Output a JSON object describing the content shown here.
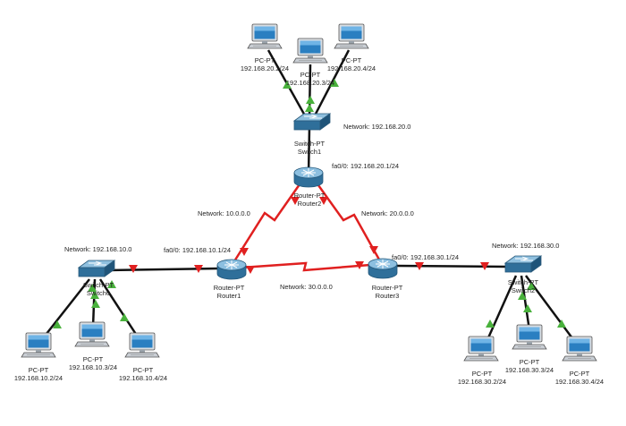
{
  "colors": {
    "ethernet": "#111111",
    "serial": "#e02020",
    "link_up": "#49b13c",
    "link_down": "#e02020",
    "device_body": "#2f6f9a",
    "text": "#1f1f1f"
  },
  "pcs_top": [
    {
      "type": "PC-PT",
      "ip": "192.168.20.2/24"
    },
    {
      "type": "PC-PT",
      "ip": "192.168.20.3/24"
    },
    {
      "type": "PC-PT",
      "ip": "192.168.20.4/24"
    }
  ],
  "pcs_left": [
    {
      "type": "PC-PT",
      "ip": "192.168.10.2/24"
    },
    {
      "type": "PC-PT",
      "ip": "192.168.10.3/24"
    },
    {
      "type": "PC-PT",
      "ip": "192.168.10.4/24"
    }
  ],
  "pcs_right": [
    {
      "type": "PC-PT",
      "ip": "192.168.30.2/24"
    },
    {
      "type": "PC-PT",
      "ip": "192.168.30.3/24"
    },
    {
      "type": "PC-PT",
      "ip": "192.168.30.4/24"
    }
  ],
  "switch1": {
    "type": "Switch-PT",
    "name": "Switch1",
    "network": "Network: 192.168.20.0"
  },
  "switch0": {
    "type": "Switch-PT",
    "name": "Switch0",
    "network": "Network: 192.168.10.0"
  },
  "switch2": {
    "type": "Switch-PT",
    "name": "Switch2",
    "network": "Network: 192.168.30.0"
  },
  "router2": {
    "type": "Router-PT",
    "name": "Router2",
    "iface": "fa0/0: 192.168.20.1/24"
  },
  "router1": {
    "type": "Router-PT",
    "name": "Router1",
    "iface": "fa0/0: 192.168.10.1/24"
  },
  "router3": {
    "type": "Router-PT",
    "name": "Router3",
    "iface": "fa0/0: 192.168.30.1/24"
  },
  "serial_networks": {
    "r1_r2": "Network: 10.0.0.0",
    "r2_r3": "Network: 20.0.0.0",
    "r1_r3": "Network: 30.0.0.0"
  },
  "icons": {
    "pc": "desktop-pc-icon",
    "switch": "switch-icon",
    "router": "router-icon"
  }
}
